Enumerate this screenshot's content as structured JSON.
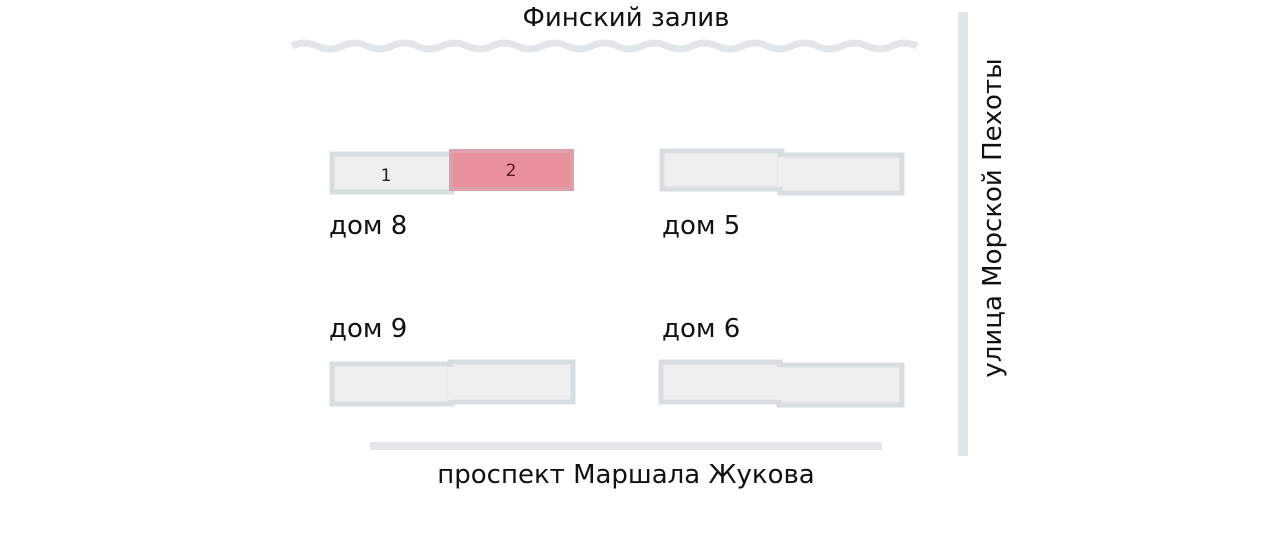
{
  "labels": {
    "gulf": "Финский залив",
    "street_right": "улица Морской Пехоты",
    "street_bottom": "проспект Маршала Жукова"
  },
  "buildings": [
    {
      "name": "дом 8",
      "sections": [
        "1",
        "2"
      ],
      "selected_section": "2"
    },
    {
      "name": "дом 5"
    },
    {
      "name": "дом 9"
    },
    {
      "name": "дом 6"
    }
  ],
  "colors": {
    "selected": "#e8909c",
    "section_fill": "#efefef",
    "section_border": "#d8dde0",
    "road": "#e2e6e8",
    "water": "#e2e6e8"
  }
}
